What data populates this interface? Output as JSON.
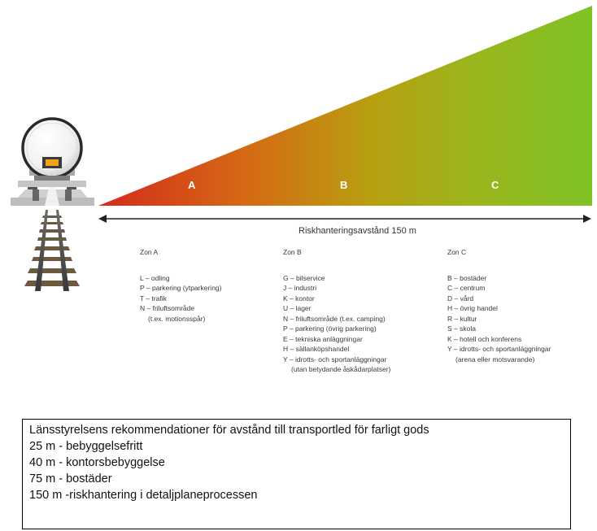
{
  "zones": {
    "a": {
      "letter": "A"
    },
    "b": {
      "letter": "B"
    },
    "c": {
      "letter": "C"
    }
  },
  "distance_label": "Riskhanteringsavstånd 150 m",
  "zone_lists": {
    "a": {
      "title": "Zon A",
      "items": [
        "L – odling",
        "P – parkering (ytparkering)",
        "T – trafik",
        "N – friluftsområde",
        "(t.ex. motionsspår)"
      ]
    },
    "b": {
      "title": "Zon B",
      "items": [
        "G – bilservice",
        "J – industri",
        "K – kontor",
        "U – lager",
        "N – friluftsområde (t.ex. camping)",
        "P – parkering (övrig parkering)",
        "E – tekniska anläggningar",
        "H – sällanköpshandel",
        "Y – idrotts- och sportanläggningar",
        "(utan betydande åskådarplatser)"
      ]
    },
    "c": {
      "title": "Zon C",
      "items": [
        "B – bostäder",
        "C – centrum",
        "D – vård",
        "H – övrig handel",
        "R – kultur",
        "S – skola",
        "K – hotell och konferens",
        "Y – idrotts- och sportanläggningar",
        "(arena eller motsvarande)"
      ]
    }
  },
  "recommendations": {
    "heading": "Länsstyrelsens rekommendationer för avstånd till transportled för farligt gods",
    "lines": [
      "25 m - bebyggelsefritt",
      "40 m - kontorsbebyggelse",
      "75 m - bostäder",
      "150 m -riskhantering i detaljplaneprocessen"
    ]
  },
  "colors": {
    "gradient_start": "#d42a1c",
    "gradient_mid": "#b8a012",
    "gradient_end": "#7fc226",
    "zone_letter": "#ffffff",
    "arrow": "#222222"
  }
}
